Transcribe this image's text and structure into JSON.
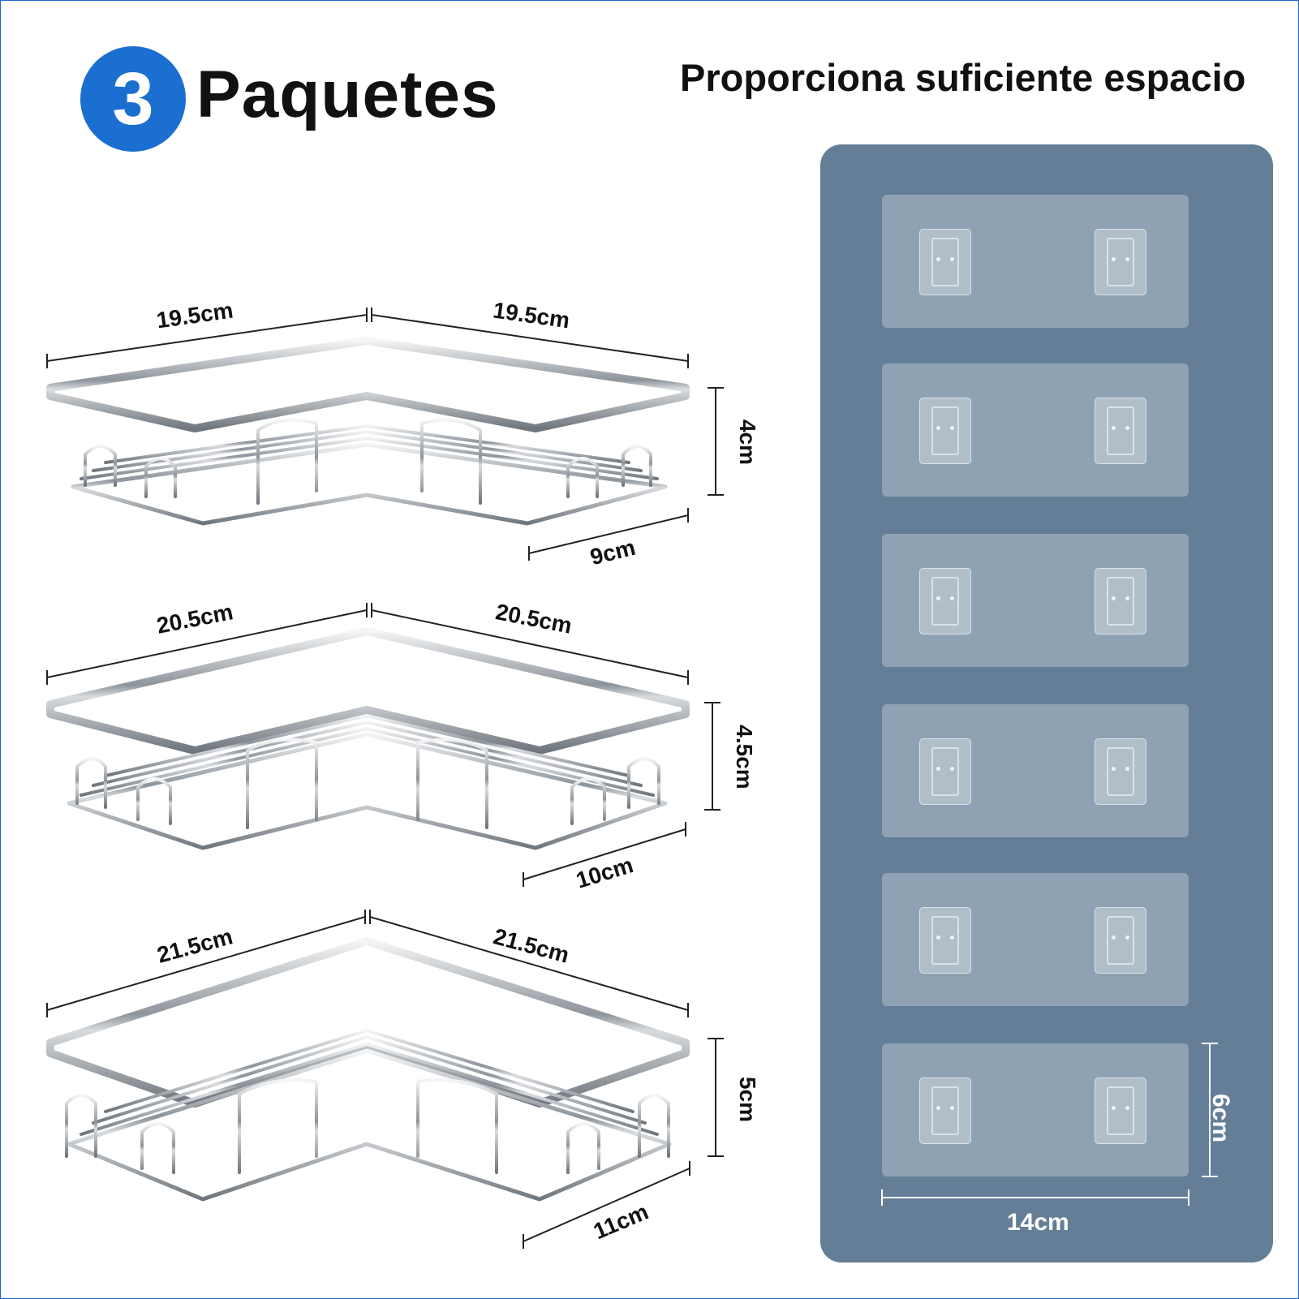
{
  "header": {
    "badge_number": "3",
    "title": "Paquetes",
    "heading": "Proporciona suficiente espacio"
  },
  "shelves": [
    {
      "left_length": "19.5cm",
      "right_length": "19.5cm",
      "height": "4cm",
      "depth": "9cm"
    },
    {
      "left_length": "20.5cm",
      "right_length": "20.5cm",
      "height": "4.5cm",
      "depth": "10cm"
    },
    {
      "left_length": "21.5cm",
      "right_length": "21.5cm",
      "height": "5cm",
      "depth": "11cm"
    }
  ],
  "adhesive_panel": {
    "strip_count": 6,
    "strip_height": "6cm",
    "strip_width": "14cm"
  },
  "colors": {
    "badge": "#1a6fd0",
    "panel": "#647e97",
    "metal": "#9aa0a6"
  }
}
